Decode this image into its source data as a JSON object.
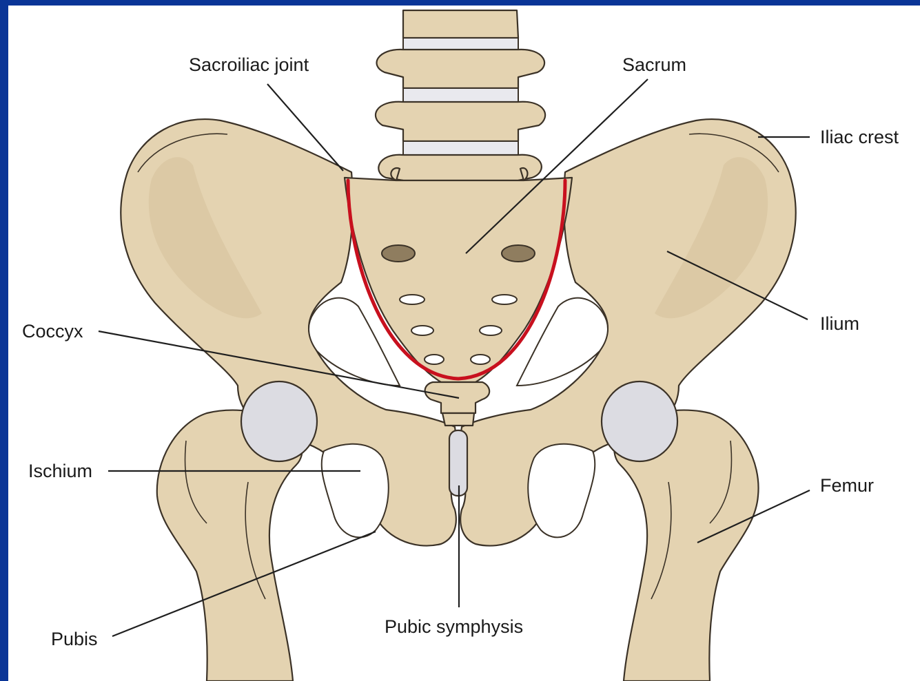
{
  "colors": {
    "frame": "#0a3597",
    "bone": "#e4d3b1",
    "cartilage": "#dcdce2",
    "pelvic_outline": "#c8101e"
  },
  "labels": {
    "sacroiliac_joint": "Sacroiliac joint",
    "sacrum": "Sacrum",
    "iliac_crest": "Iliac crest",
    "ilium": "Ilium",
    "coccyx": "Coccyx",
    "ischium": "Ischium",
    "femur": "Femur",
    "pubis": "Pubis",
    "pubic_symphysis": "Pubic symphysis"
  }
}
